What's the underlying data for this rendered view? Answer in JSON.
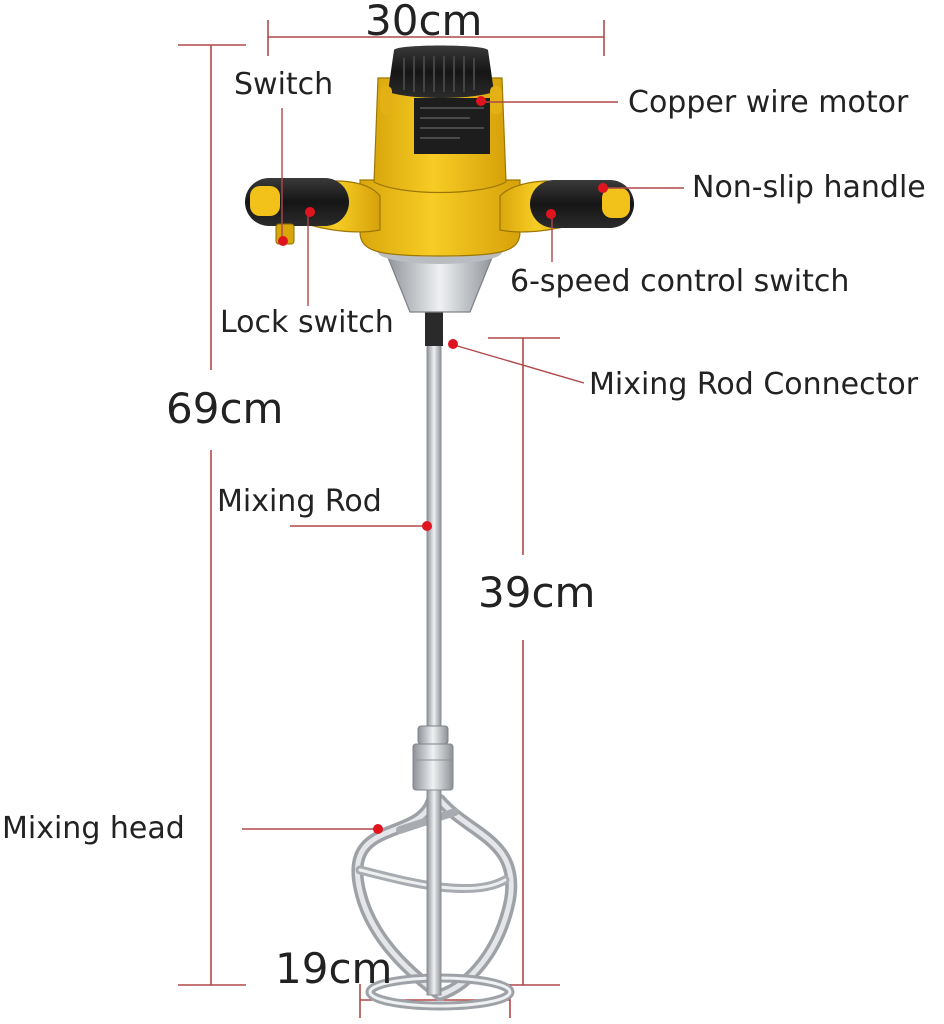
{
  "dimensions": {
    "width_top": "30cm",
    "total_height": "69cm",
    "rod_length": "39cm",
    "head_width": "19cm"
  },
  "callouts": {
    "switch": "Switch",
    "copper_motor": "Copper wire motor",
    "non_slip_handle": "Non-slip handle",
    "speed_switch": "6-speed control switch",
    "lock_switch": "Lock switch",
    "rod_connector": "Mixing Rod Connector",
    "mixing_rod": "Mixing Rod",
    "mixing_head": "Mixing head"
  },
  "colors": {
    "body_yellow": "#f2c21b",
    "grip_black": "#1c1c1c",
    "metal": "#c9ccd0",
    "dimension_line": "#b04848",
    "marker_red": "#e0141e"
  }
}
